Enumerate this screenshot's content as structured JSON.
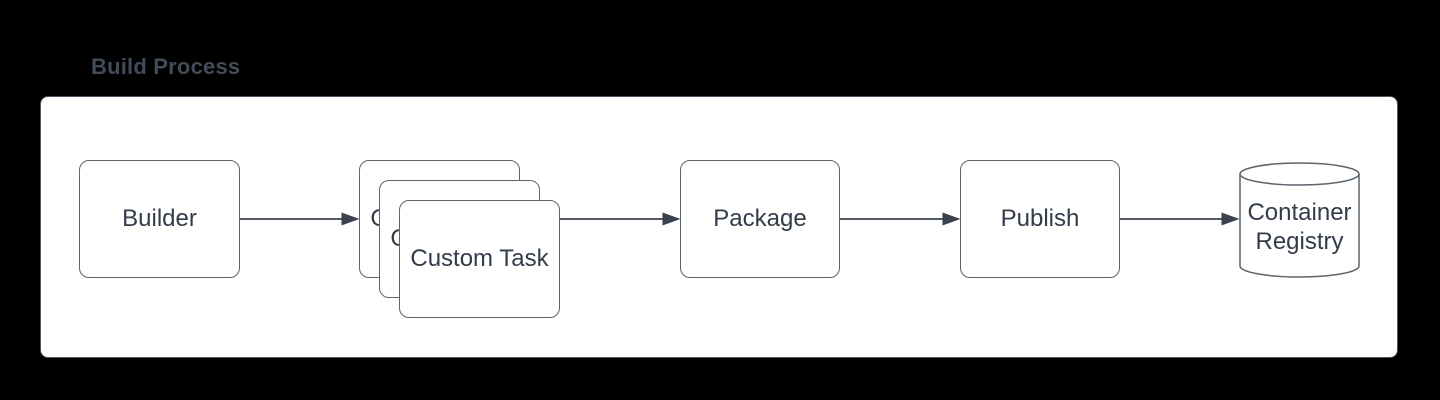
{
  "diagram": {
    "title": "Build Process",
    "nodes": [
      {
        "id": "builder",
        "label": "Builder",
        "shape": "rounded-rectangle"
      },
      {
        "id": "custom-task",
        "label": "Custom Task",
        "shape": "stacked-rounded-rectangles",
        "stack_count": 3
      },
      {
        "id": "package",
        "label": "Package",
        "shape": "rounded-rectangle"
      },
      {
        "id": "publish",
        "label": "Publish",
        "shape": "rounded-rectangle"
      },
      {
        "id": "container-registry",
        "label": "Container Registry",
        "shape": "database-cylinder"
      }
    ],
    "edges": [
      {
        "from": "Builder",
        "to": "Custom Task"
      },
      {
        "from": "Custom Task",
        "to": "Package"
      },
      {
        "from": "Package",
        "to": "Publish"
      },
      {
        "from": "Publish",
        "to": "Container Registry"
      }
    ],
    "colors": {
      "background": "#000000",
      "panel_fill": "#ffffff",
      "panel_border": "#4e5763",
      "shape_border": "#5c646e",
      "connector": "#3a424e",
      "node_text": "#333c49",
      "title_text": "#424c59"
    }
  }
}
